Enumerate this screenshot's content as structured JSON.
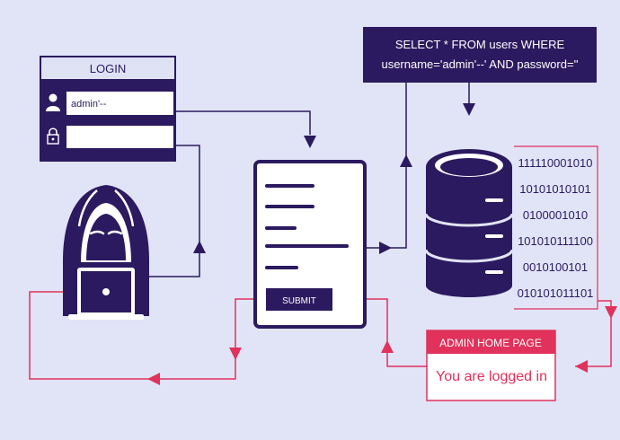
{
  "colors": {
    "background": "#e1e4f7",
    "navy": "#2b1a5f",
    "accent_red": "#e0325b",
    "panel_white": "#ffffff",
    "text_light": "#ffffff"
  },
  "login_panel": {
    "title": "LOGIN",
    "username_value": "admin'--",
    "password_value": "",
    "icons": [
      "user-icon",
      "lock-icon"
    ]
  },
  "query_box": {
    "line1": "SELECT * FROM users WHERE",
    "line2": "username='admin'--' AND password=''"
  },
  "form_document": {
    "submit_label": "SUBMIT"
  },
  "binary_data": {
    "rows": [
      "111110001010",
      "10101010101",
      "0100001010",
      "101010111100",
      "0010100101",
      "010101011101"
    ]
  },
  "result_panel": {
    "title": "ADMIN HOME PAGE",
    "message": "You are logged in"
  },
  "attacker": {
    "icon": "hooded-hacker-icon"
  },
  "database": {
    "icon": "database-icon"
  }
}
